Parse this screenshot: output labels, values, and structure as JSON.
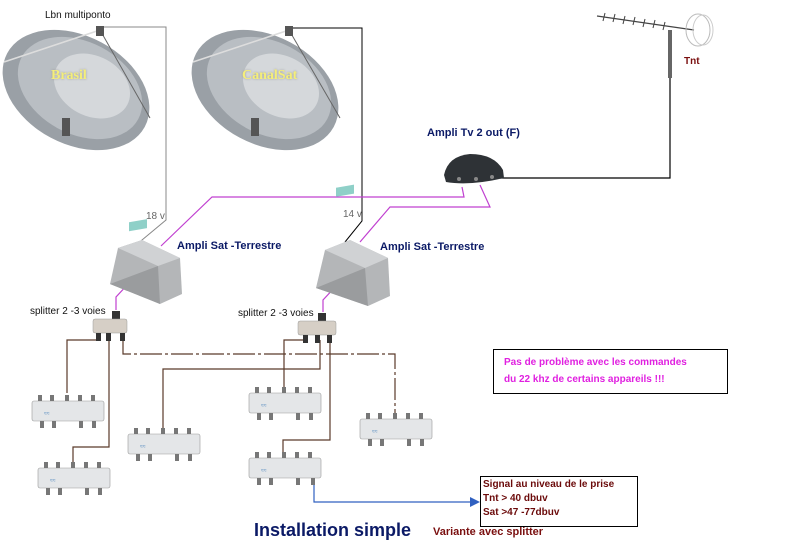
{
  "diagram": {
    "title": "Installation simple",
    "subtitle": "Variante avec splitter",
    "dishes": [
      {
        "label": "Brasil",
        "lnb_label": "Lbn multiponto",
        "voltage": "18 v"
      },
      {
        "label": "CanalSat",
        "voltage": "14 v"
      }
    ],
    "terrestrial_antenna": {
      "label": "Tnt"
    },
    "tv_amplifier": {
      "label": "Ampli Tv 2 out (F)"
    },
    "sat_amplifiers": [
      {
        "label": "Ampli Sat -Terrestre"
      },
      {
        "label": "Ampli Sat -Terrestre"
      }
    ],
    "splitters": [
      {
        "label": "splitter 2 -3 voies"
      },
      {
        "label": "splitter 2 -3 voies"
      }
    ],
    "multiswitch_count": 6,
    "notes": {
      "info": {
        "lines": [
          "Pas de problème avec les commandes",
          "du  22 khz de certains appareils !!!"
        ]
      },
      "signal": {
        "lines": [
          "Signal au niveau de le prise",
          "Tnt > 40 dbuv",
          "Sat >47 -77dbuv"
        ]
      }
    },
    "colors": {
      "sat_cable": "#c040d0",
      "coax_brown": "#5a3a2a",
      "lnb_cable_gray": "#808080",
      "lnb_cable_black": "#000000",
      "outlet_cable_blue": "#3060c0",
      "title_navy": "#0b1a66",
      "note_pink": "#e020e0",
      "note_red": "#6b0a0a"
    }
  }
}
